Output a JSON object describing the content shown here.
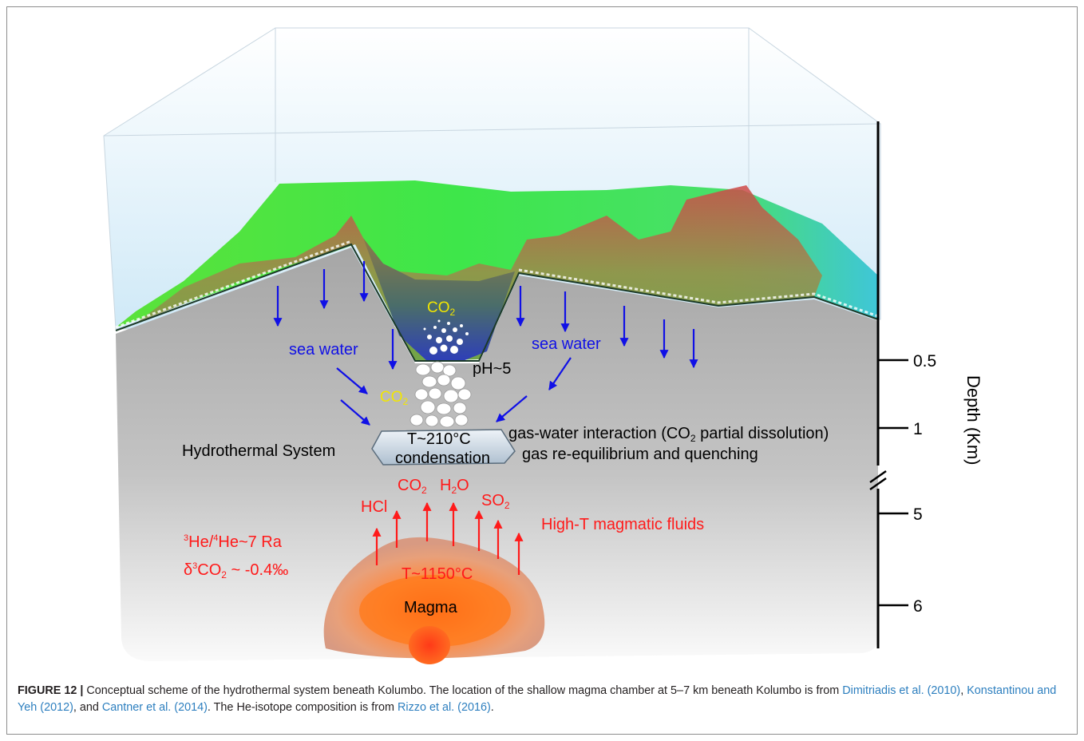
{
  "figure": {
    "depth_axis": {
      "title": "Depth (Km)",
      "ticks": [
        "0.5",
        "1",
        "5",
        "6"
      ]
    },
    "labels": {
      "co2_top": "CO",
      "co2_top_sub": "2",
      "co2_mid": "CO",
      "co2_mid_sub": "2",
      "sea_water_left": "sea water",
      "sea_water_right": "sea water",
      "ph": "pH~5",
      "condensation_temp": "T~210°C",
      "condensation": "condensation",
      "hydrothermal_system": "Hydrothermal System",
      "gas_water_a": "gas-water interaction (CO",
      "gas_water_sub": "2",
      "gas_water_b": " partial dissolution)",
      "gas_reequilibrium": "gas re-equilibrium and quenching",
      "hcl": "HCl",
      "co2_gas": "CO",
      "co2_gas_sub": "2",
      "h2o_a": "H",
      "h2o_sub": "2",
      "h2o_b": "O",
      "so2": "SO",
      "so2_sub": "2",
      "fluids": "High-T magmatic fluids",
      "helium_sup1": "3",
      "helium_a": "He/",
      "helium_sup2": "4",
      "helium_b": "He~7 Ra",
      "delta_a": "δ",
      "delta_sup": "3",
      "delta_b": "CO",
      "delta_sub": "2",
      "delta_c": " ~ -0.4‰",
      "magma_temp": "T~1150°C",
      "magma": "Magma"
    },
    "colors": {
      "water_arrows": "#1010e6",
      "magmatic": "#ff1a1a",
      "co2": "#f2e600"
    }
  },
  "caption": {
    "label": "FIGURE 12 |",
    "text1": " Conceptual scheme of the hydrothermal system beneath Kolumbo. The location of the shallow magma chamber at 5–7 km beneath Kolumbo is from ",
    "ref1": "Dimitriadis et al. (2010)",
    "sep1": ", ",
    "ref2": "Konstantinou and Yeh (2012)",
    "sep2": ", and ",
    "ref3": "Cantner et al. (2014)",
    "text2": ". The He-isotope composition is from ",
    "ref4": "Rizzo et al. (2016)",
    "text3": "."
  }
}
